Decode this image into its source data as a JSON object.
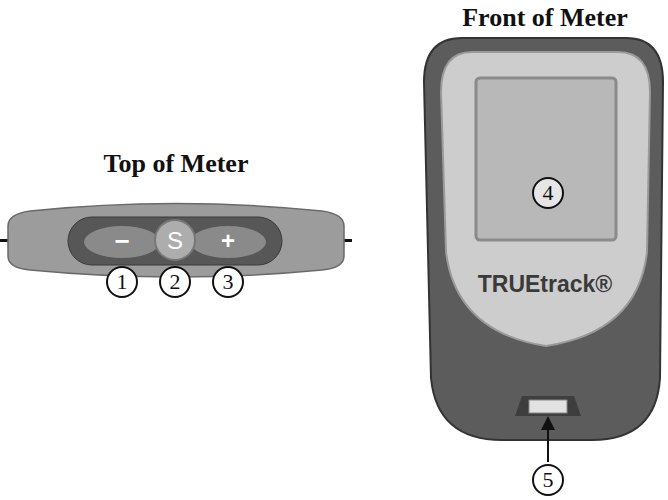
{
  "diagram": {
    "nodes": [
      {
        "text": [
          "1"
        ]
      },
      {
        "text": [
          "2"
        ]
      },
      {
        "text": [
          "3"
        ]
      },
      {
        "text": [
          "4"
        ]
      },
      {
        "text": [
          "5"
        ]
      }
    ],
    "labels": [
      "Top of Meter",
      "Front of Meter",
      "−",
      "S",
      "+",
      "TRUEtrack®"
    ]
  }
}
